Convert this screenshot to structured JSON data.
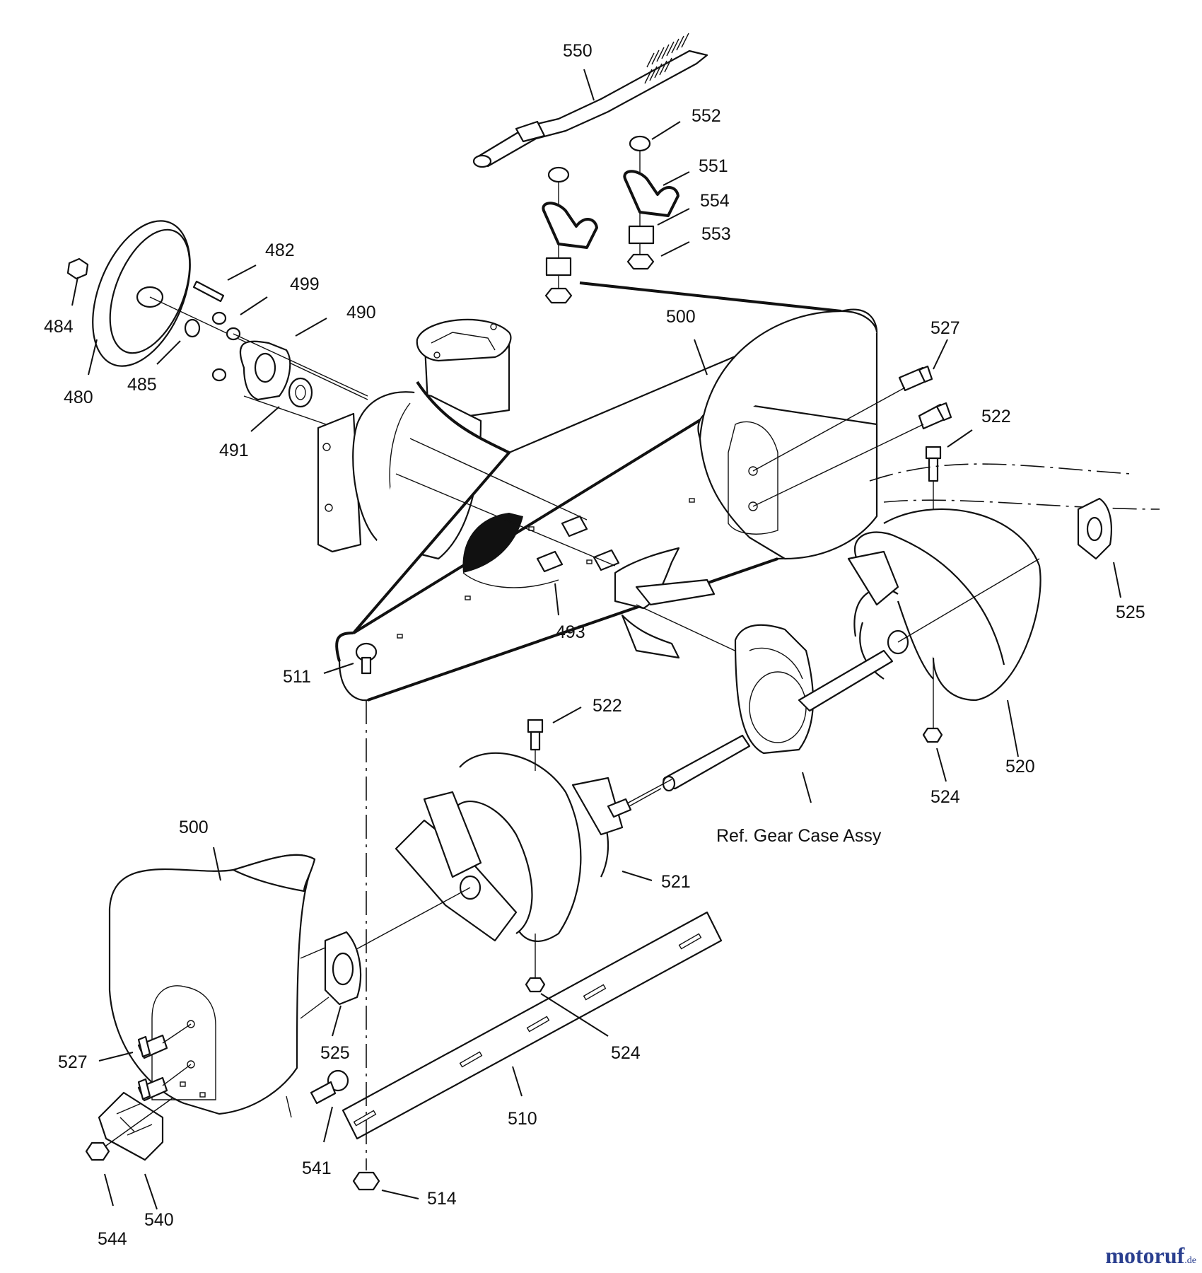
{
  "labels": {
    "l550": "550",
    "l552": "552",
    "l551": "551",
    "l554": "554",
    "l553": "553",
    "l482": "482",
    "l499": "499",
    "l490": "490",
    "l484": "484",
    "l480": "480",
    "l485": "485",
    "l491": "491",
    "l500_top": "500",
    "l527_top": "527",
    "l522_top": "522",
    "l525_right": "525",
    "l493": "493",
    "l511": "511",
    "l522_mid": "522",
    "l524_right": "524",
    "l520": "520",
    "l521": "521",
    "ref_gear_case": "Ref. Gear Case Assy",
    "l500_bottom": "500",
    "l525_left": "525",
    "l524_bottom": "524",
    "l527_bottom": "527",
    "l510": "510",
    "l541": "541",
    "l514": "514",
    "l540": "540",
    "l544": "544"
  },
  "watermark": {
    "brand": "motoruf",
    "suffix": ".de"
  }
}
